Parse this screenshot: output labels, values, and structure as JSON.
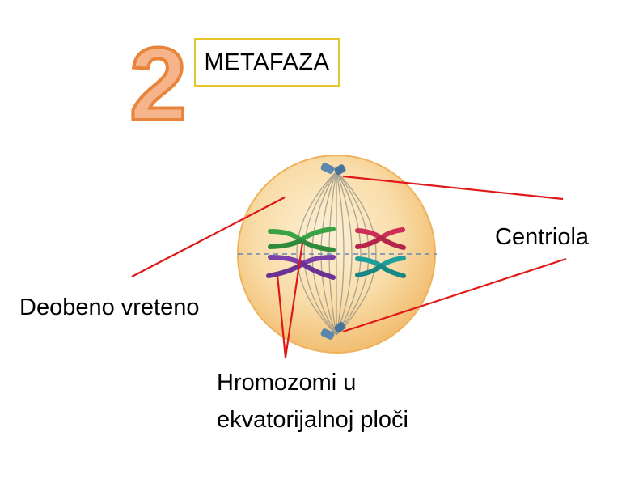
{
  "phase": {
    "number": "2",
    "title": "METAFAZA"
  },
  "labels": {
    "centriola": "Centriola",
    "spindle": "Deobeno vreteno",
    "chromosomes_line1": "Hromozomi u",
    "chromosomes_line2": "ekvatorijalnoj ploči"
  },
  "colors": {
    "number_fill": "#f6b48a",
    "number_outline": "#e8843c",
    "title_border": "#e6c62c",
    "cell_fill": "#f7d49a",
    "cell_edge": "#e9a94d",
    "spindle_line": "#8f8f84",
    "equator_line": "#6d8fb3",
    "centriole": "#5b86ad",
    "pointer_line": "#e01818",
    "chromosome_green": "#3aa346",
    "chromosome_purple": "#7a3fa8",
    "chromosome_red": "#cc2f55",
    "chromosome_teal": "#1e9e9a"
  }
}
